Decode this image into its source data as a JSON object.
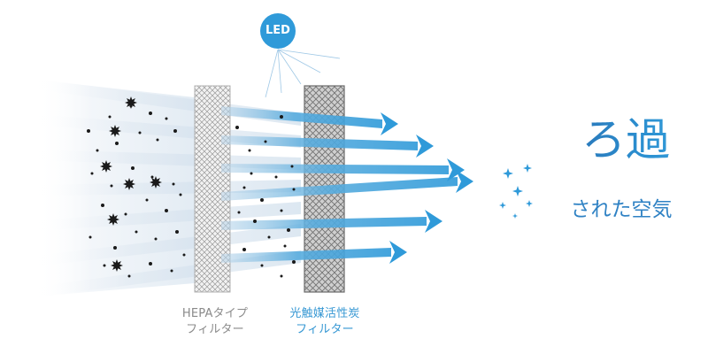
{
  "led": {
    "label": "LED"
  },
  "filters": [
    {
      "label_lines": [
        "HEPAタイプ",
        "フィルター"
      ],
      "color": "#8a8a8a"
    },
    {
      "label_lines": [
        "光触媒活性炭",
        "フィルター"
      ],
      "color": "#3597d3"
    }
  ],
  "result": {
    "title": "ろ過",
    "subtitle": "された空気"
  },
  "colors": {
    "arrow": "#2f9ad9",
    "led_circle": "#2f9ad9",
    "particles": "#1a1a1a",
    "sparkle": "#2f9ad9"
  }
}
